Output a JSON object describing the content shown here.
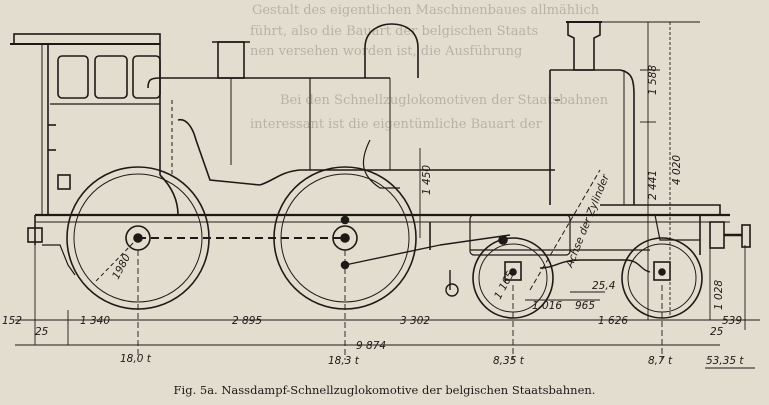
{
  "figure": {
    "caption": "Fig. 5a. Nassdampf-Schnellzuglokomotive der belgischen Staatsbahnen.",
    "cylinder_axis_label": "Achse der Zylinder"
  },
  "dimensions": {
    "overall_height": "4 020",
    "chimney_height": "1 588",
    "boiler_axis_height": "2 441",
    "dome_height": "1 450",
    "driving_wheel_dia": "1980",
    "bogie_wheel_dia": "1 165",
    "buffer_height": "1 028",
    "rear_overhang": "152",
    "rear_offset": "25",
    "front_offset": "25",
    "rear_axle_spacing": "1 340",
    "coupled_wheelbase": "2 895",
    "total_wheelbase": "9 874",
    "to_bogie": "3 302",
    "bogie_wheelbase": "1 626",
    "front_overhang": "539",
    "bogie_detail_a": "1 016",
    "bogie_detail_b": "965",
    "bogie_detail_c": "25,4"
  },
  "axle_loads": {
    "rear": "18,0 t",
    "driving": "18,3 t",
    "bogie_rear": "8,35 t",
    "bogie_front": "8,7 t",
    "total": "53,35 t"
  },
  "background_text": {
    "line1": "Gestalt des eigentlichen Maschinenbaues allmählich",
    "line2": "führt, also die Bauart der belgischen Staats",
    "line3": "nen versehen worden ist, die Ausführung",
    "line4": "Bei den Schnellzuglokomotiven der Staatsbahnen",
    "line5": "interessant ist die eigentümliche Bauart der"
  }
}
